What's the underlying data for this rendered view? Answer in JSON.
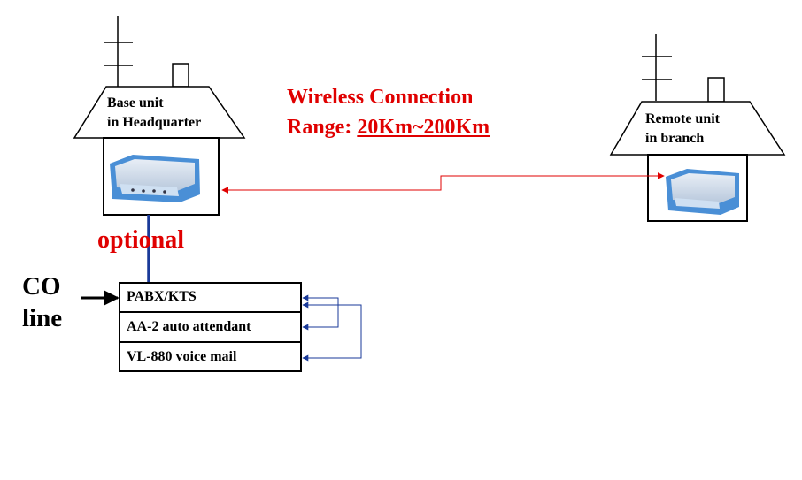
{
  "base_unit": {
    "line1": "Base unit",
    "line2": "in Headquarter"
  },
  "remote_unit": {
    "line1": "Remote unit",
    "line2": "in branch"
  },
  "wireless": {
    "title": "Wireless Connection",
    "range_label": "Range: ",
    "range_value": "20Km~200Km"
  },
  "optional_label": "optional",
  "co_line": {
    "line1": "CO",
    "line2": "line"
  },
  "pbx_stack": [
    "PABX/KTS",
    "AA-2 auto attendant",
    "VL-880 voice mail"
  ],
  "colors": {
    "red": "#e00000",
    "blue": "#1a3a99",
    "device": "#4a8fd6"
  },
  "icons": [
    "antenna-icon",
    "device-icon",
    "arrow-icon"
  ]
}
